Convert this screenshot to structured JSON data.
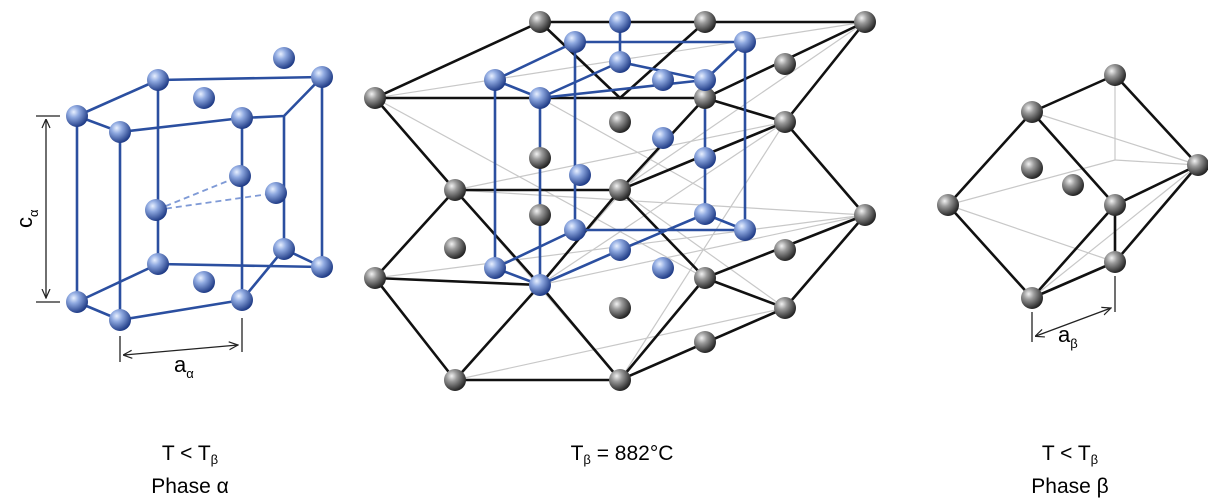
{
  "structures": {
    "alpha": {
      "lattice_label": "c",
      "lattice_label_sub": "α",
      "lattice_a_label": "a",
      "lattice_a_sub": "α",
      "caption_line1_prefix": "T < T",
      "caption_line1_sub": "β",
      "caption_line2": "Phase α"
    },
    "transition": {
      "caption_prefix": "T",
      "caption_sub": "β",
      "caption_suffix": " = 882°C"
    },
    "beta": {
      "lattice_a_label": "a",
      "lattice_a_sub": "β",
      "caption_line1_prefix": "T < T",
      "caption_line1_sub": "β",
      "caption_line2": "Phase β"
    }
  },
  "colors": {
    "hcp_edge": "#2b4fa0",
    "bcc_edge": "#111111",
    "blue_atom": "#3d63b8",
    "grey_atom": "#4a4a4a"
  }
}
